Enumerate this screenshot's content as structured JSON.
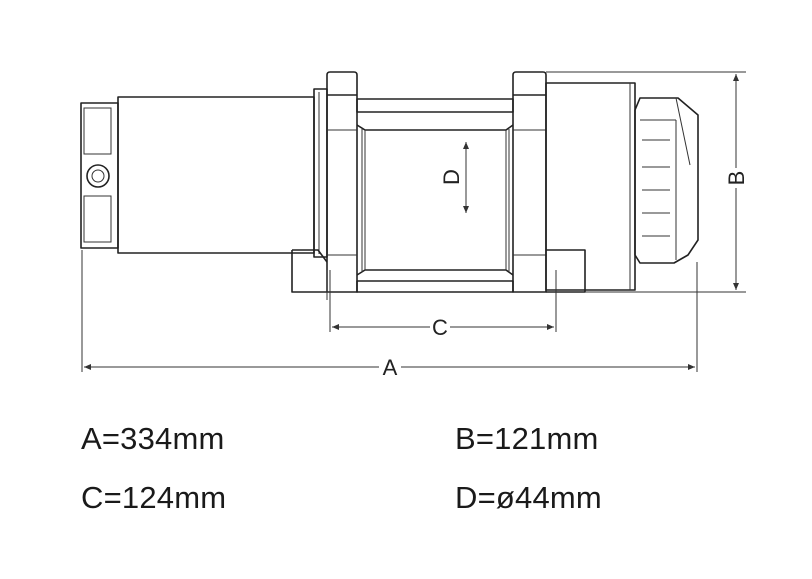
{
  "diagram": {
    "title_labels": {
      "a": "A",
      "b": "B",
      "c": "C",
      "d": "D"
    }
  },
  "specs": [
    {
      "text": "A=334mm"
    },
    {
      "text": "B=121mm"
    },
    {
      "text": "C=124mm"
    },
    {
      "text": "D=ø44mm"
    }
  ],
  "colors": {
    "line": "#222222",
    "background": "#ffffff"
  }
}
